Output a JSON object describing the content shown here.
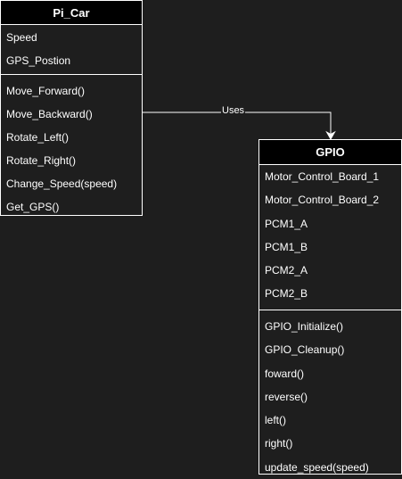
{
  "classes": {
    "pi_car": {
      "name": "Pi_Car",
      "attributes": [
        "Speed",
        "GPS_Postion"
      ],
      "operations": [
        "Move_Forward()",
        "Move_Backward()",
        "Rotate_Left()",
        "Rotate_Right()",
        "Change_Speed(speed)",
        "Get_GPS()"
      ]
    },
    "gpio": {
      "name": "GPIO",
      "attributes": [
        "Motor_Control_Board_1",
        "Motor_Control_Board_2",
        "PCM1_A",
        "PCM1_B",
        "PCM2_A",
        "PCM2_B"
      ],
      "operations": [
        "GPIO_Initialize()",
        "GPIO_Cleanup()",
        "foward()",
        "reverse()",
        "left()",
        "right()",
        "update_speed(speed)"
      ]
    }
  },
  "relationship": {
    "label": "Uses",
    "from": "Pi_Car",
    "to": "GPIO"
  },
  "colors": {
    "background": "#1e1e1e",
    "header": "#000000",
    "line": "#ffffff",
    "text": "#ffffff"
  }
}
